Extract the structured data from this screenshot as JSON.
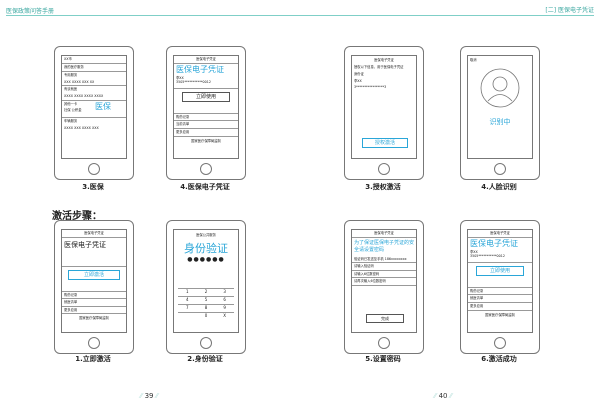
{
  "header": {
    "left": "医保政策问答手册",
    "right": "[二] 医保电子凭证"
  },
  "section": "激活步骤：",
  "pages": {
    "left": "39",
    "right": "40"
  },
  "top_phones": [
    {
      "caption": "3.医保",
      "lines": [
        "XX市",
        "我的医疗服务",
        "专用服务",
        "XXX  XXXX  XXX  XX",
        "有谈就医",
        "XXXX  XXXX  XXXX  XXXX",
        "其他一卡",
        "社保  公积金"
      ],
      "badge": "医保",
      "extra": [
        "车辆服务",
        "XXXX  XXX  XXXX  XXX"
      ]
    },
    {
      "caption": "4.医保电子凭证",
      "head": "医保电子凭证",
      "title": "医保电子凭证",
      "name": "李XX",
      "id": "3505***********0012",
      "button": "立即使用",
      "menu": [
        "购药记录",
        "当前清单",
        "更多应用"
      ],
      "footer": "国家医疗保障局监制"
    },
    {
      "caption": "3.授权激活",
      "head": "医保电子凭证",
      "lines": [
        "授权以下信息，用于医保电子凭证",
        "身份证",
        "李XX",
        "3*****************3"
      ],
      "button": "授权激活"
    },
    {
      "caption": "4.人脸识别",
      "head": "取消",
      "label": "识别中"
    }
  ],
  "bottom_phones": [
    {
      "caption": "1.立即激活",
      "head": "医保电子凭证",
      "title": "医保电子凭证",
      "button": "立即激活",
      "menu": [
        "购药记录",
        "就医清单",
        "更多应用"
      ],
      "footer": "国家医疗保障局监制"
    },
    {
      "caption": "2.身份验证",
      "head": "医保公共服务",
      "title": "身份验证",
      "dots": "●●●●●●",
      "keys": [
        "1",
        "2",
        "3",
        "4",
        "5",
        "6",
        "7",
        "8",
        "9",
        "",
        "0",
        "X"
      ]
    },
    {
      "caption": "5.设置密码",
      "head": "医保电子凭证",
      "title": "为了保证医保电子凭证的安全请设置密码",
      "rows": [
        "验证码已发送至手机 186xxxxxxxx",
        "请输入验证码",
        "请输入6位数密码",
        "请再次输入6位数密码"
      ],
      "button": "完成"
    },
    {
      "caption": "6.激活成功",
      "head": "医保电子凭证",
      "title": "医保电子凭证",
      "name": "李XX",
      "id": "3505***********0012",
      "button": "立即使用",
      "menu": [
        "购药记录",
        "就医清单",
        "更多应用"
      ],
      "footer": "国家医疗保障局监制"
    }
  ],
  "colors": {
    "accent": "#2aa6d8",
    "header": "#3aa7a0"
  }
}
